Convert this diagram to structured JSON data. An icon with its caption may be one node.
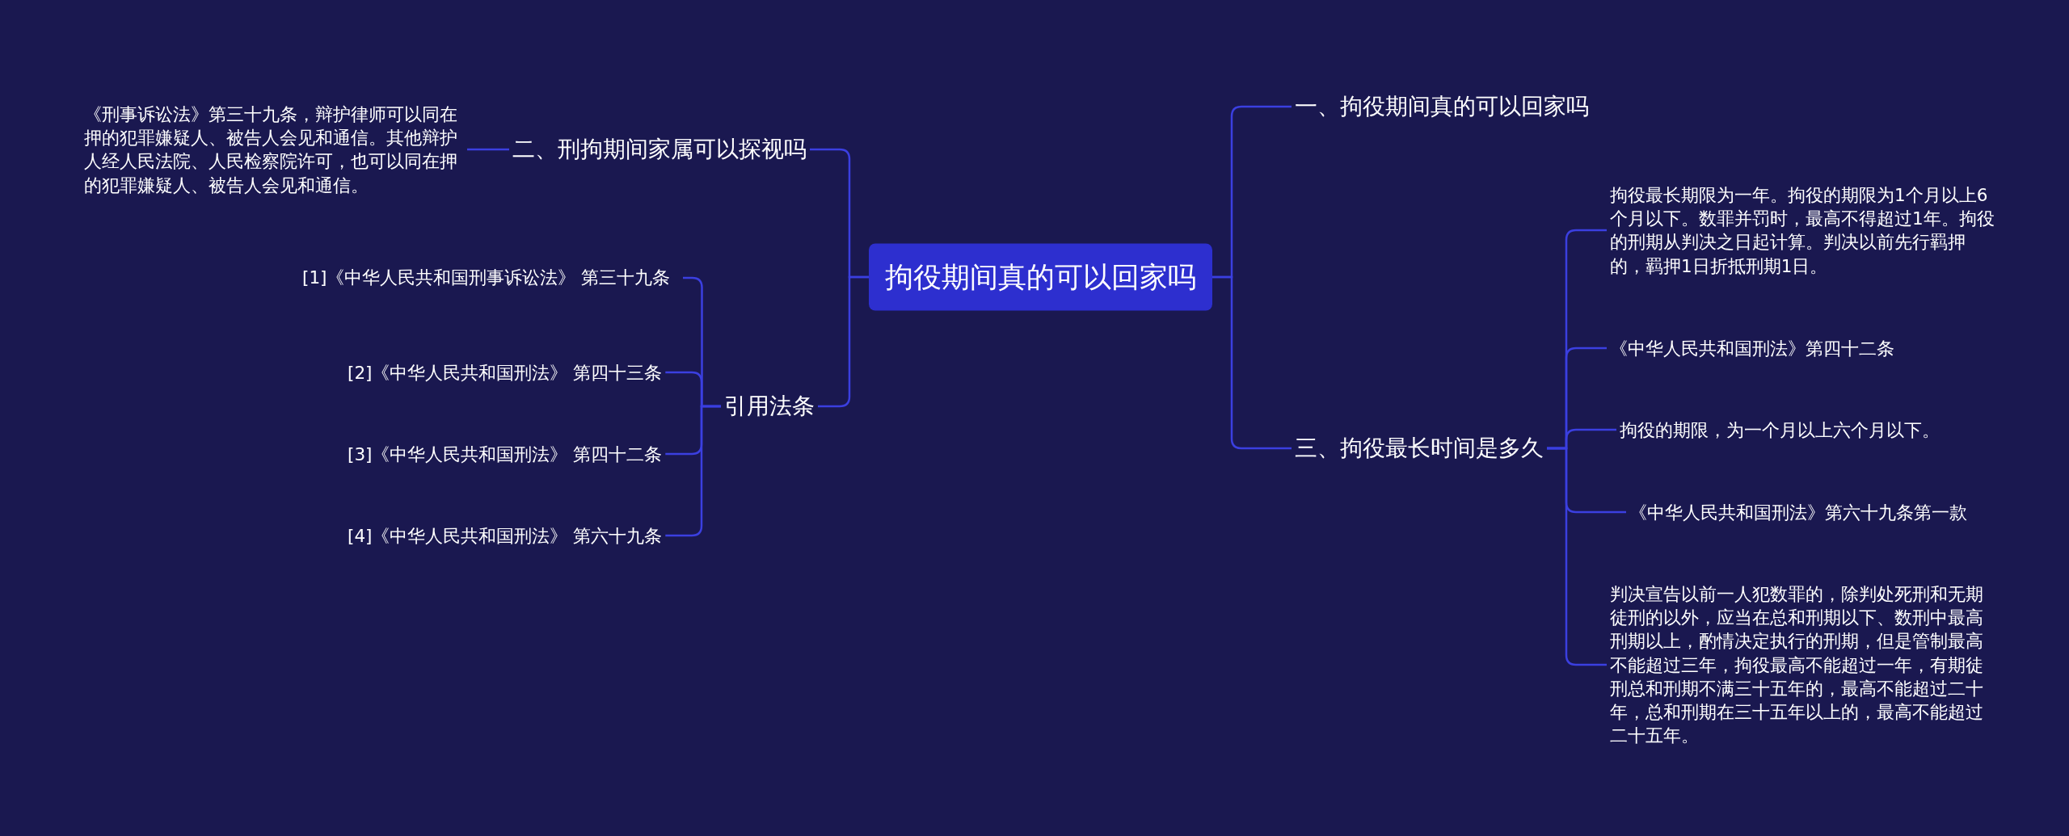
{
  "diagram": {
    "nodes": [
      {
        "text": [
          "拘役期间真的可以回家吗"
        ]
      },
      {
        "text": [
          "二、刑拘期间家属可以探视吗"
        ]
      },
      {
        "text": [
          "《刑事诉讼法》第三十九条，辩护律师可以同在押的犯罪嫌疑人、被告人会见和通信。其他辩护人经人民法院、人民检察院许可，也可以同在押的犯罪嫌疑人、被告人会见和通信。"
        ]
      },
      {
        "text": [
          "引用法条"
        ]
      },
      {
        "text": [
          "[1]《中华人民共和国刑事诉讼法》 第三十九条"
        ]
      },
      {
        "text": [
          "[2]《中华人民共和国刑法》 第四十三条"
        ]
      },
      {
        "text": [
          "[3]《中华人民共和国刑法》 第四十二条"
        ]
      },
      {
        "text": [
          "[4]《中华人民共和国刑法》 第六十九条"
        ]
      },
      {
        "text": [
          "一、拘役期间真的可以回家吗"
        ]
      },
      {
        "text": [
          "三、拘役最长时间是多久"
        ]
      },
      {
        "text": [
          "拘役最长期限为一年。拘役的期限为1个月以上6个月以下。数罪并罚时，最高不得超过1年。拘役的刑期从判决之日起计算。判决以前先行羁押的，羁押1日折抵刑期1日。"
        ]
      },
      {
        "text": [
          "《中华人民共和国刑法》第四十二条"
        ]
      },
      {
        "text": [
          "拘役的期限，为一个月以上六个月以下。"
        ]
      },
      {
        "text": [
          "《中华人民共和国刑法》第六十九条第一款"
        ]
      },
      {
        "text": [
          "判决宣告以前一人犯数罪的，除判处死刑和无期徒刑的以外，应当在总和刑期以下、数刑中最高刑期以上，酌情决定执行的刑期，但是管制最高不能超过三年，拘役最高不能超过一年，有期徒刑总和刑期不满三十五年的，最高不能超过二十年，总和刑期在三十五年以上的，最高不能超过二十五年。"
        ]
      }
    ],
    "edges": [
      {
        "from": 0,
        "to": 1,
        "arrow": "none"
      },
      {
        "from": 1,
        "to": 2,
        "arrow": "none"
      },
      {
        "from": 0,
        "to": 3,
        "arrow": "none"
      },
      {
        "from": 3,
        "to": 4,
        "arrow": "none"
      },
      {
        "from": 3,
        "to": 5,
        "arrow": "none"
      },
      {
        "from": 3,
        "to": 6,
        "arrow": "none"
      },
      {
        "from": 3,
        "to": 7,
        "arrow": "none"
      },
      {
        "from": 0,
        "to": 8,
        "arrow": "none"
      },
      {
        "from": 0,
        "to": 9,
        "arrow": "none"
      },
      {
        "from": 9,
        "to": 10,
        "arrow": "none"
      },
      {
        "from": 9,
        "to": 11,
        "arrow": "none"
      },
      {
        "from": 9,
        "to": 12,
        "arrow": "none"
      },
      {
        "from": 9,
        "to": 13,
        "arrow": "none"
      },
      {
        "from": 9,
        "to": 14,
        "arrow": "none"
      }
    ]
  }
}
